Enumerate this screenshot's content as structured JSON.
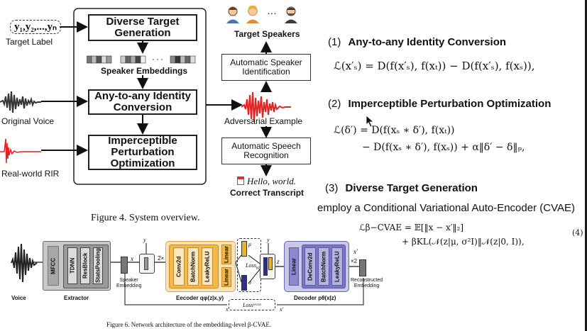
{
  "fig4": {
    "target_label_math": "y₁,y₂,...,yₙ",
    "target_label": "Target Label",
    "diverse_target": "Diverse Target\nGeneration",
    "speaker_embeddings": "Speaker Embeddings",
    "any_to_any": "Any-to-any Identity\nConversion",
    "original_voice": "Original Voice",
    "imperceptible": "Imperceptible\nPerturbation\nOptimization",
    "real_world_rir": "Real-world RIR",
    "target_speakers": "Target Speakers",
    "speakers_dots": "…",
    "auto_speaker_id": "Automatic Speaker\nIdentification",
    "adversarial_example": "Adversarial Example",
    "auto_speech_rec": "Automatic Speech\nRecognition",
    "transcript_text": "Hello, world.",
    "correct_transcript": "Correct Transcript",
    "caption": "Figure 4. System overview."
  },
  "right_panel": {
    "sec1_num": "(1)",
    "sec1_title": "Any-to-any Identity Conversion",
    "eq1": "ℒ(x′ₛ) = D(f(x′ₛ), f(xₜ)) − D(f(x′ₛ), f(xₛ)),",
    "sec2_num": "(2)",
    "sec2_title": "Imperceptible Perturbation Optimization",
    "eq2_line1": "ℒ(δ′) = D(f(xₛ ∗ δ′), f(xₜ))",
    "eq2_line2": "− D(f(xₛ ∗ δ′), f(xₛ)) + α‖δ′ − δ‖ₚ,",
    "sec3_num": "(3)",
    "sec3_title": "Diverse Target Generation",
    "sec3_text": "employ a Conditional Variational Auto-Encoder (CVAE)",
    "eq3_line1": "ℒβ−CVAE = 𝔼[‖x − x′‖₂]",
    "eq3_line2": "+ βKL(𝒩(z|μ, σ²I)‖𝒩(z|0, I)),",
    "eq3_number": "(4)"
  },
  "fig6": {
    "voice": "Voice",
    "mfcc": "MFCC",
    "tdnn": "TDNN",
    "resblock": "ResBlock",
    "statspooling": "StatsPooling",
    "extractor": "Extractor",
    "speaker_embedding": "Speaker\nEmbedding",
    "x": "x",
    "y": "y",
    "times2_left": "2×",
    "conv2d": "Conv2d",
    "batchnorm": "BatchNorm",
    "leakyrelu": "LeakyReLU",
    "linear": "Linear",
    "encoder": "Eecoder qφ(z|x,y)",
    "mu": "μ",
    "sigma": "σ",
    "loss_kl": "Loss",
    "loss_kl_sub": "KL",
    "z": "z",
    "deconv2d": "DeConv2d",
    "decoder": "Decoder pθ(x|z)",
    "times2_right": "×2",
    "x_prime": "x′",
    "reconstructed": "Reconstructed\nEmbedding",
    "loss_recon": "Loss",
    "loss_recon_sub": "recon",
    "caption": "Figure 6. Network architecture of the embedding-level β-CVAE."
  },
  "colors": {
    "wave_dark": "#333333",
    "wave_red": "#e02424",
    "encoder_fill": "#fbe3b4",
    "encoder_border": "#e8a23a",
    "encoder_inner": "#f5b94a",
    "decoder_fill": "#c9c6e6",
    "decoder_border": "#6c68b0",
    "decoder_inner": "#7a76c9",
    "mu_color": "#e3b62a",
    "sigma_color": "#2c2f8f"
  }
}
